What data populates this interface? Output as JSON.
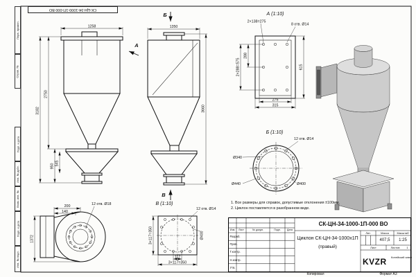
{
  "sheet": {
    "top_designation": "СК-ЦН-34-1000-1П-000 ВО",
    "margin_fields": [
      "Перв. примен.",
      "Справ. №",
      "Подп. и дата",
      "Инв. № дубл.",
      "Взам. инв. №",
      "Подп. и дата",
      "Инв. № подл."
    ],
    "footer": {
      "copied": "Копировал",
      "format": "Формат А3"
    }
  },
  "notes": {
    "line1": "1. Все размеры для справок, допустимые отклонения ±100мм.",
    "line2": "2. Циклон поставляется в разобранном виде."
  },
  "views": {
    "front": {
      "dim_width": "1258",
      "dim_height_body": "2750",
      "dim_height_total": "3182",
      "dim_hopper": "950",
      "dim_outlet": "545",
      "arrow": "А"
    },
    "side": {
      "dim_width": "1350",
      "dim_height": "3660",
      "arrow_top": "Б",
      "arrow_bottom": "В"
    },
    "detail_a": {
      "title": "А (1:10)",
      "leader_pitch": "2×138=275",
      "leader_holes": "8 отв. Ø14",
      "dim_288": "288",
      "dim_575": "2×288=575",
      "dim_615": "615",
      "dim_275": "275",
      "dim_315": "315"
    },
    "detail_b": {
      "title": "Б (1:10)",
      "leader_holes": "12 отв. Ø14",
      "dim_340": "Ø340",
      "dim_440": "Ø440",
      "dim_400": "Ø400"
    },
    "detail_v": {
      "title": "В (1:10)",
      "leader_holes": "12 отв. Ø14",
      "dim_left": "3×117=350",
      "dim_circle": "Ø400",
      "dim_117": "117",
      "dim_bottom": "3×117=350"
    },
    "scroll": {
      "dim_200": "200",
      "dim_140": "140",
      "leader_holes": "12 отв. Ø18",
      "dim_1372": "1372"
    }
  },
  "title_block": {
    "designation": "СК-ЦН-34-1000-1П-000 ВО",
    "name_line1": "Циклон СК-ЦН-34-1000х1П",
    "name_line2": "(правый)",
    "cols": {
      "izm": "Изм.",
      "list": "Лист",
      "doc": "№ докум.",
      "podp": "Подп.",
      "data": "Дата"
    },
    "rows": {
      "razrab": "Разраб.",
      "prov": "Пров.",
      "tkontr": "Т.контр.",
      "nkontr": "Н.контр.",
      "utv": "Утв."
    },
    "lit": "Лит.",
    "mass": "Масса",
    "scale": "Масштаб",
    "mass_value": "407,5",
    "scale_value": "1:25",
    "sheet_label": "Лист",
    "sheets_label": "Листов",
    "sheets_value": "1",
    "logo_text": "KVZR",
    "logo_caption": "Копейский завод"
  }
}
